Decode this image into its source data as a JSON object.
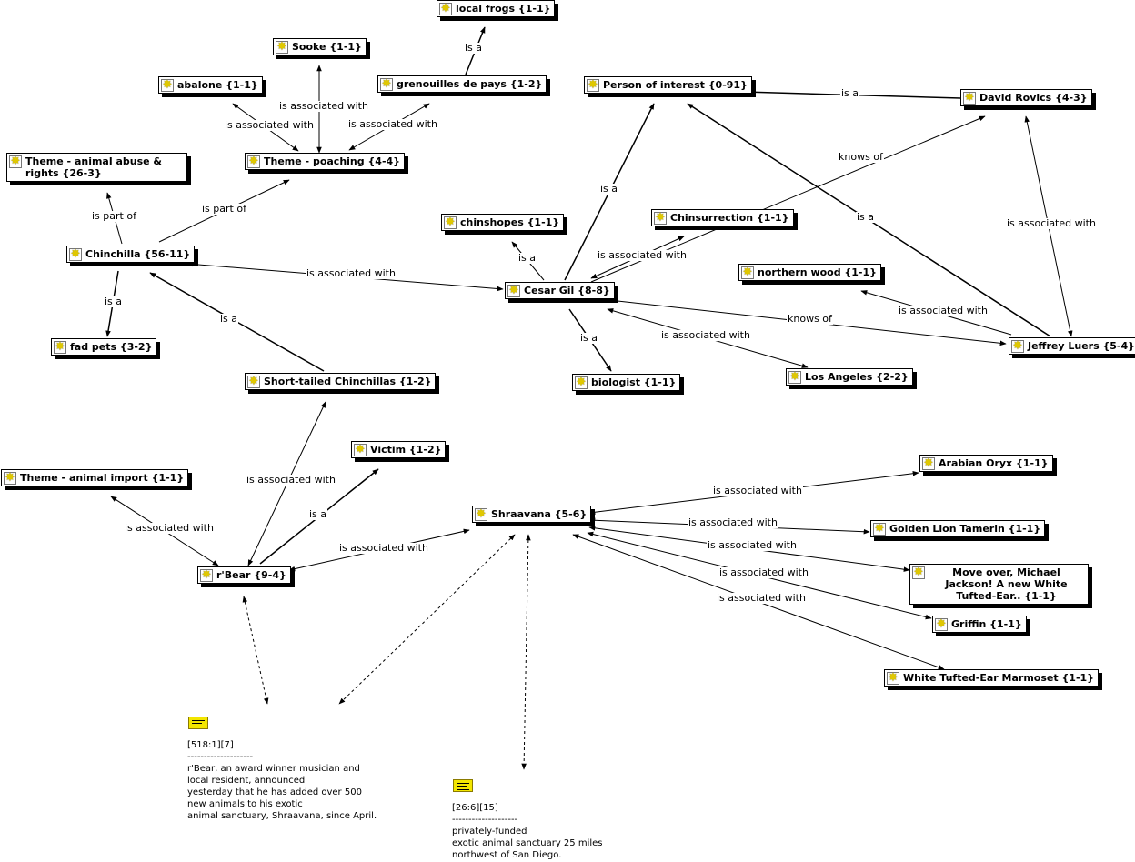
{
  "nodes": {
    "local_frogs": "local frogs {1-1}",
    "sooke": "Sooke {1-1}",
    "grenouilles": "grenouilles de pays {1-2}",
    "abalone": "abalone {1-1}",
    "theme_abuse": "Theme - animal abuse & rights {26-3}",
    "theme_poaching": "Theme - poaching {4-4}",
    "person_of_interest": "Person of interest {0-91}",
    "david_rovics": "David Rovics {4-3}",
    "chinchilla": "Chinchilla {56-11}",
    "chinshopes": "chinshopes {1-1}",
    "chinsurrection": "Chinsurrection {1-1}",
    "northern_wood": "northern wood {1-1}",
    "cesar_gil": "Cesar Gil {8-8}",
    "fad_pets": "fad pets {3-2}",
    "jeffrey_luers": "Jeffrey Luers {5-4}",
    "los_angeles": "Los Angeles {2-2}",
    "short_tailed": "Short-tailed Chinchillas {1-2}",
    "biologist": "biologist {1-1}",
    "victim": "Victim {1-2}",
    "theme_import": "Theme - animal import {1-1}",
    "arabian_oryx": "Arabian Oryx {1-1}",
    "shraavana": "Shraavana {5-6}",
    "golden_lion": "Golden Lion Tamerin {1-1}",
    "rbear": "r'Bear {9-4}",
    "move_over": "Move over, Michael Jackson! A new White Tufted-Ear.. {1-1}",
    "griffin": "Griffin {1-1}",
    "white_tufted": "White Tufted-Ear Marmoset {1-1}"
  },
  "edge_labels": {
    "is_a": "is a",
    "is_associated_with": "is associated with",
    "is_part_of": "is part of",
    "knows_of": "knows of"
  },
  "notes": {
    "note1": {
      "ref": "[518:1][7]",
      "separator": "--------------------",
      "text": "r'Bear, an award winner musician and\nlocal resident, announced\nyesterday that he has added over 500\nnew animals to his exotic\nanimal sanctuary, Shraavana, since April."
    },
    "note2": {
      "ref": "[26:6][15]",
      "separator": "--------------------",
      "text": "privately-funded\nexotic animal sanctuary 25 miles\nnorthwest of San Diego."
    }
  },
  "icons": {
    "node_icon": "topic-star-icon",
    "note_icon": "note-icon"
  },
  "colors": {
    "node_icon_yellow": "#e0c800",
    "note_icon_yellow": "#f3e600"
  }
}
